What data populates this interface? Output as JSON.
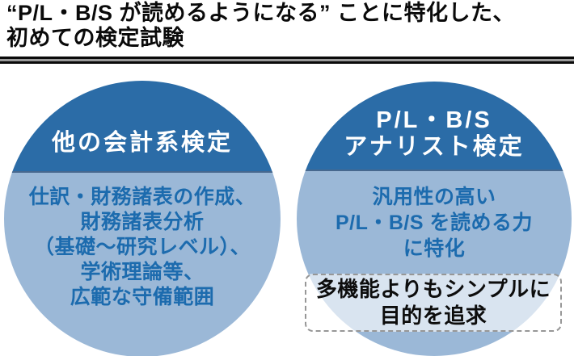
{
  "title": {
    "line1": "“P/L・B/S が読めるようになる” ことに特化した、",
    "line2": "初めての検定試験"
  },
  "colors": {
    "circle_top_blue": "#2B6CA7",
    "circle_bottom_blue": "#9BB8D7",
    "body_text_blue": "#1C6BAE",
    "header_text": "#ffffff",
    "title_text": "#0a0a0a",
    "callout_border": "#979797",
    "callout_background": "rgba(255,255,255,0.62)",
    "callout_text": "#0d0d0d"
  },
  "left_circle": {
    "header": "他の会計系検定",
    "body_lines": [
      "仕訳・財務諸表の作成、",
      "財務諸表分析",
      "（基礎〜研究レベル）、",
      "学術理論等、",
      "広範な守備範囲"
    ]
  },
  "right_circle": {
    "header_line1": "P/L・B/S",
    "header_line2": "アナリスト検定",
    "body_lines": [
      "汎用性の高い",
      "P/L・B/S を読める力",
      "に特化"
    ],
    "callout_lines": [
      "多機能よりもシンプルに",
      "目的を追求"
    ]
  }
}
